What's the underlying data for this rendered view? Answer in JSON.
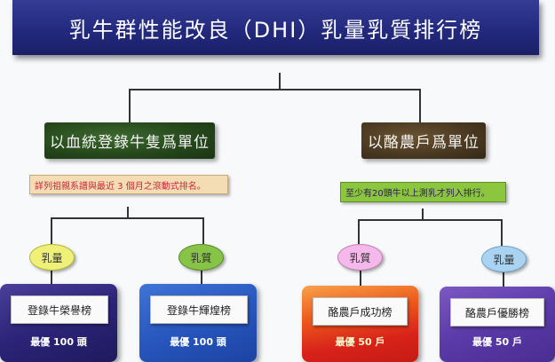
{
  "title": "乳牛群性能改良（DHI）乳量乳質排行榜",
  "categories": {
    "left": "以血統登錄牛隻爲單位",
    "right": "以酪農戶爲單位"
  },
  "notes": {
    "left": "詳列祖親系譜與最近 3 個月之滾動式排名。",
    "right": "至少有20頭牛以上測乳才列入排行。"
  },
  "ovals": {
    "left_1": "乳量",
    "left_2": "乳質",
    "right_1": "乳質",
    "right_2": "乳量"
  },
  "cards": [
    {
      "name": "登錄牛榮譽榜",
      "sub": "最優 100 頭"
    },
    {
      "name": "登錄牛輝煌榜",
      "sub": "最優 100 頭"
    },
    {
      "name": "酪農戶成功榜",
      "sub": "最優 50 戶"
    },
    {
      "name": "酪農戶優勝榜",
      "sub": "最優 50 戶"
    }
  ]
}
